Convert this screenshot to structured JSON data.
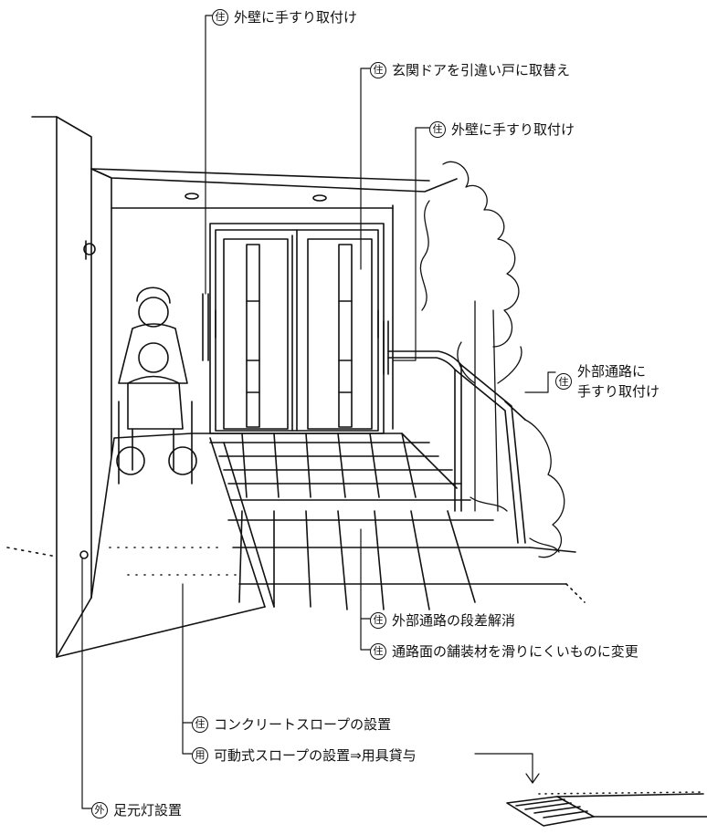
{
  "callouts": {
    "handrail_outer_wall_left": {
      "mark": "住",
      "text": "外壁に手すり取付け"
    },
    "entrance_door": {
      "mark": "住",
      "text": "玄関ドアを引違い戸に取替え"
    },
    "handrail_outer_wall_right": {
      "mark": "住",
      "text": "外壁に手すり取付け"
    },
    "outer_path_handrail": {
      "mark": "住",
      "line1": "外部通路に",
      "line2": "手すり取付け"
    },
    "step_elimination": {
      "mark": "住",
      "text": "外部通路の段差解消"
    },
    "paving_change": {
      "mark": "住",
      "text": "通路面の舗装材を滑りにくいものに変更"
    },
    "concrete_slope": {
      "mark": "住",
      "text": "コンクリートスロープの設置"
    },
    "movable_slope": {
      "mark": "用",
      "text": "可動式スロープの設置⇒用具貸与"
    },
    "foot_light": {
      "mark": "外",
      "text": "足元灯設置"
    }
  },
  "colors": {
    "ink": "#111111",
    "paper": "#ffffff"
  }
}
